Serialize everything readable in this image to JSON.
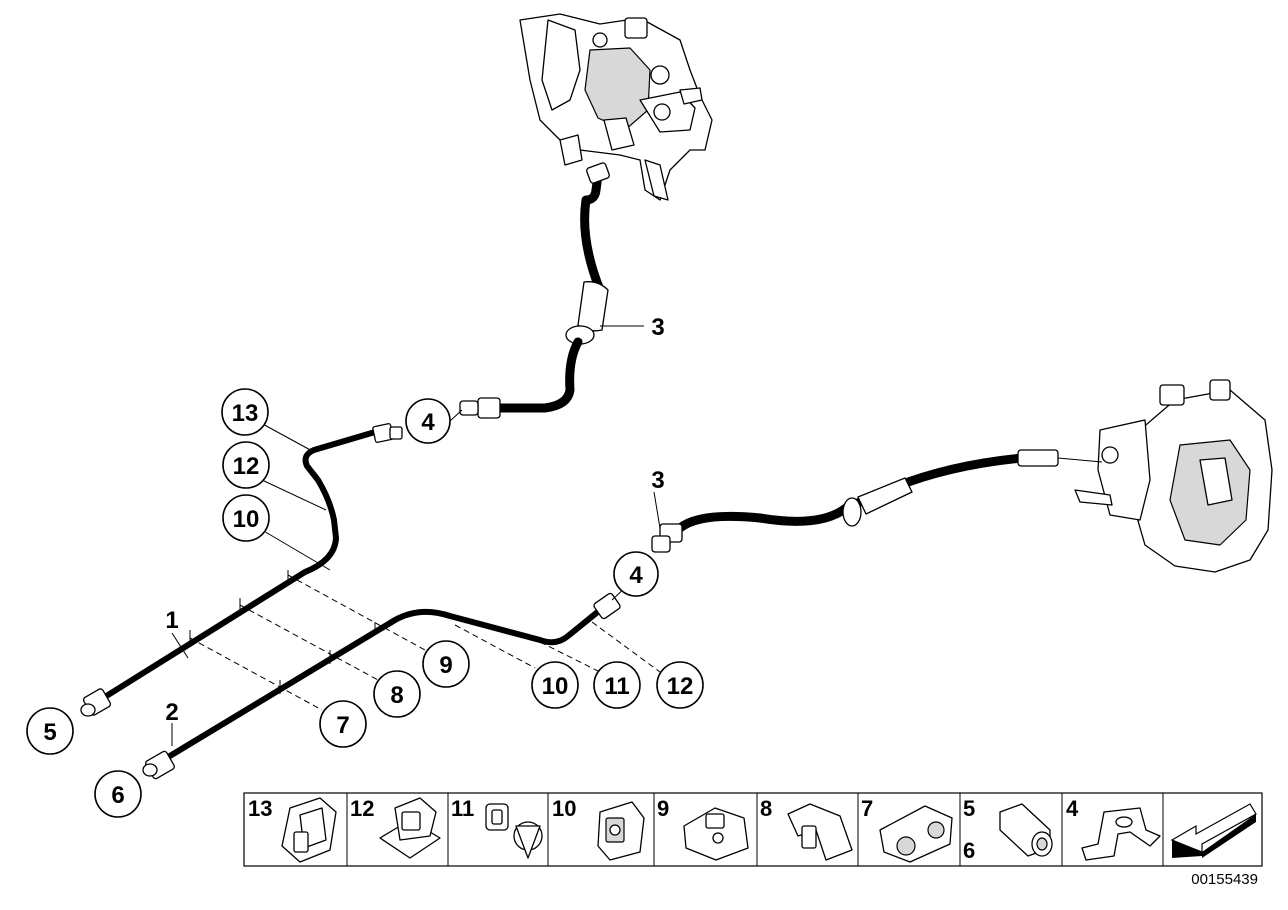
{
  "document_id": "00155439",
  "callouts": {
    "c13": "13",
    "c12a": "12",
    "c10a": "10",
    "c4a": "4",
    "c3a": "3",
    "c1": "1",
    "c5": "5",
    "c2": "2",
    "c6": "6",
    "c7": "7",
    "c8": "8",
    "c9": "9",
    "c10b": "10",
    "c11": "11",
    "c12b": "12",
    "c4b": "4",
    "c3b": "3"
  },
  "legend": {
    "cells": [
      {
        "id": "13",
        "label": "13"
      },
      {
        "id": "12",
        "label": "12"
      },
      {
        "id": "11",
        "label": "11"
      },
      {
        "id": "10",
        "label": "10"
      },
      {
        "id": "9",
        "label": "9"
      },
      {
        "id": "8",
        "label": "8"
      },
      {
        "id": "7",
        "label": "7"
      },
      {
        "id": "56",
        "label": "5",
        "label2": "6"
      },
      {
        "id": "4",
        "label": "4"
      },
      {
        "id": "arrow",
        "label": ""
      }
    ]
  }
}
